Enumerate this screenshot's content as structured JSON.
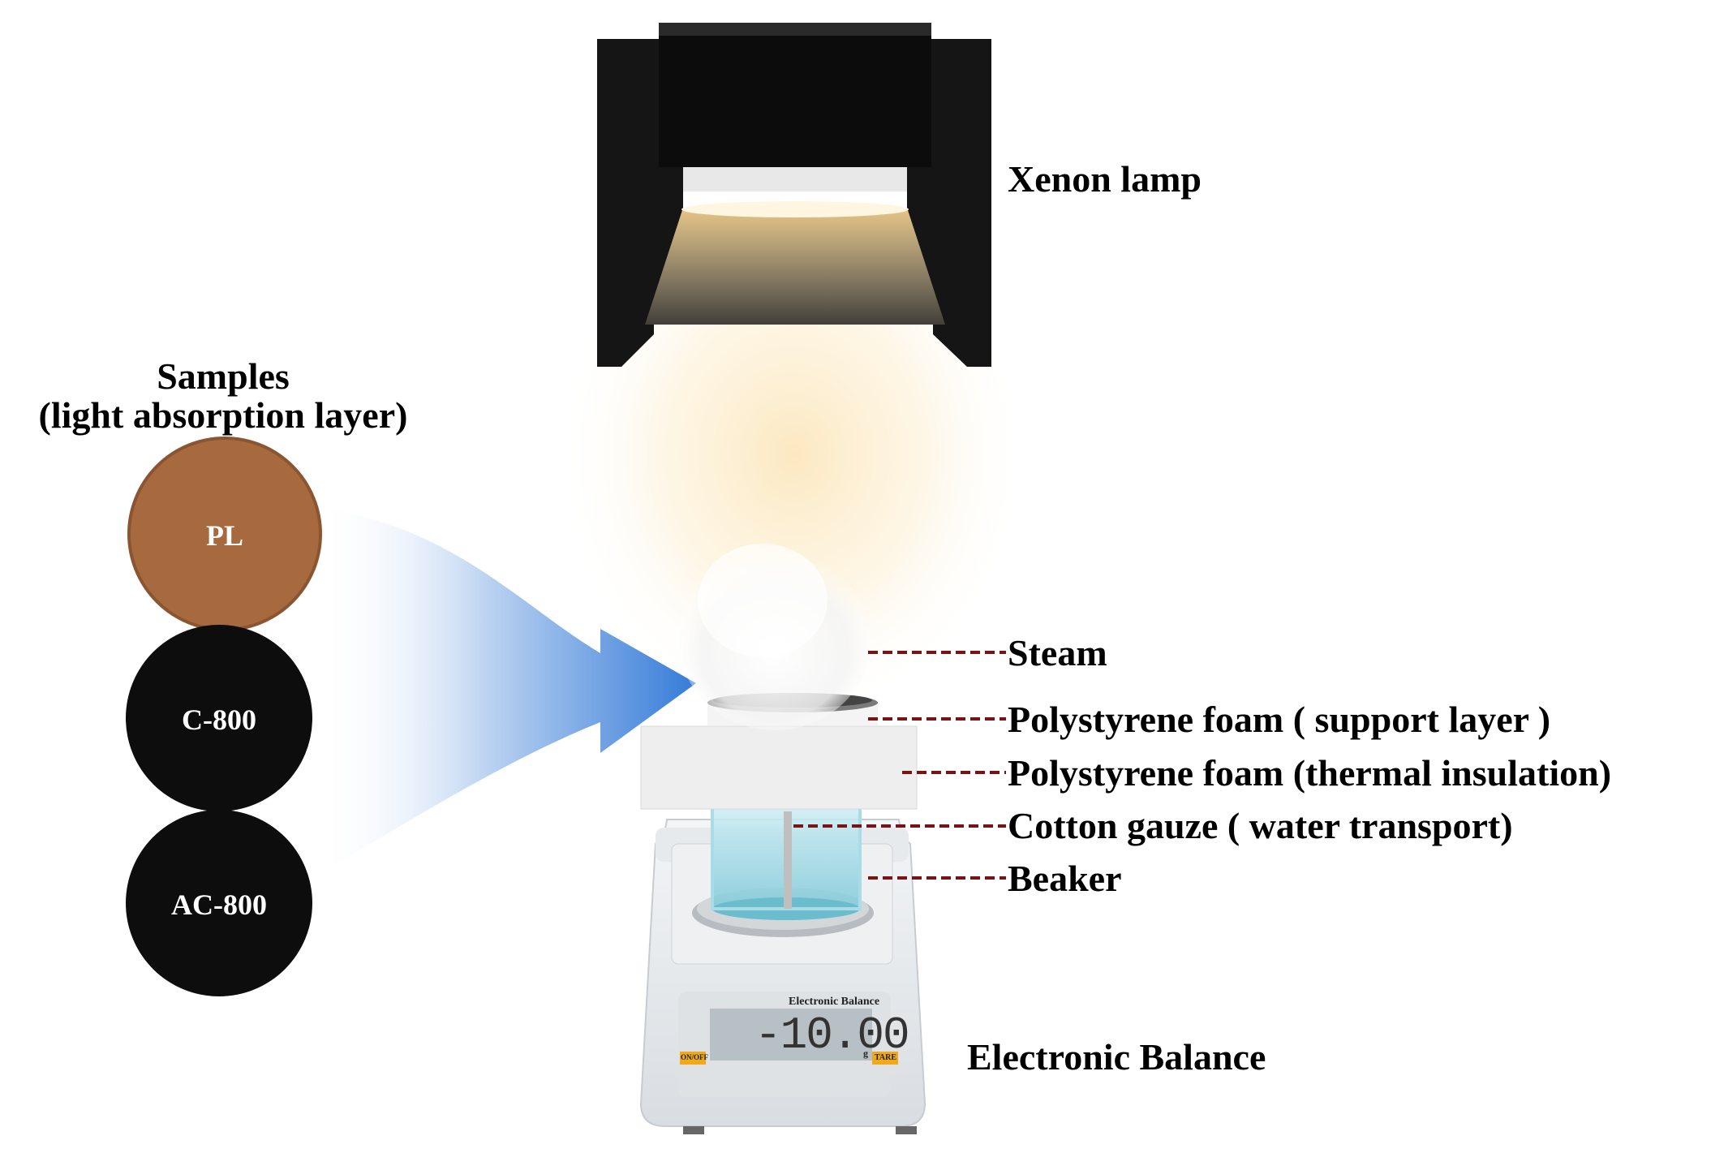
{
  "labels": {
    "xenon_lamp": "Xenon lamp",
    "steam": "Steam",
    "support_layer": "Polystyrene foam ( support layer )",
    "thermal_insulation": "Polystyrene foam (thermal insulation)",
    "cotton_gauze": "Cotton gauze ( water transport)",
    "beaker": "Beaker",
    "electronic_balance": "Electronic Balance"
  },
  "samples": {
    "title_line1": "Samples",
    "title_line2": "(light absorption layer)",
    "items": [
      {
        "label": "PL",
        "color": "#a66a3e"
      },
      {
        "label": "C-800",
        "color": "#0d0d0d"
      },
      {
        "label": "AC-800",
        "color": "#0d0d0d"
      }
    ]
  },
  "balance": {
    "panel_title": "Electronic Balance",
    "reading": "-10.00",
    "unit": "g",
    "on_off": "ON/OFF",
    "tare": "TARE"
  },
  "colors": {
    "leader_line": "#7a1414",
    "arrow": "#2a74d6",
    "lamp": "#111111",
    "light": "#f6d9a2"
  }
}
